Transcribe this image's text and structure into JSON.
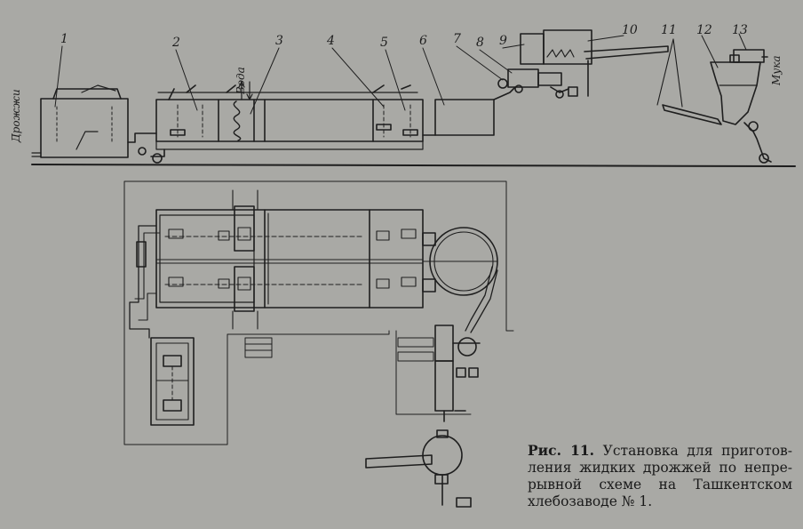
{
  "figure": {
    "part_numbers": [
      "1",
      "2",
      "3",
      "4",
      "5",
      "6",
      "7",
      "8",
      "9",
      "10",
      "11",
      "12",
      "13"
    ],
    "labels": {
      "water": "Вода",
      "yeast": "Дрожжи",
      "flour": "Мука"
    },
    "caption": {
      "head": "Рис. 11.",
      "line1": "Установка для приготов-",
      "line2": "ления жидких дрожжей по непре-",
      "line3": "рывной схеме на Ташкентском",
      "line4": "хлебозаводе № 1."
    },
    "colors": {
      "paper": "#a9a9a5",
      "ink": "#1c1c1c"
    }
  }
}
